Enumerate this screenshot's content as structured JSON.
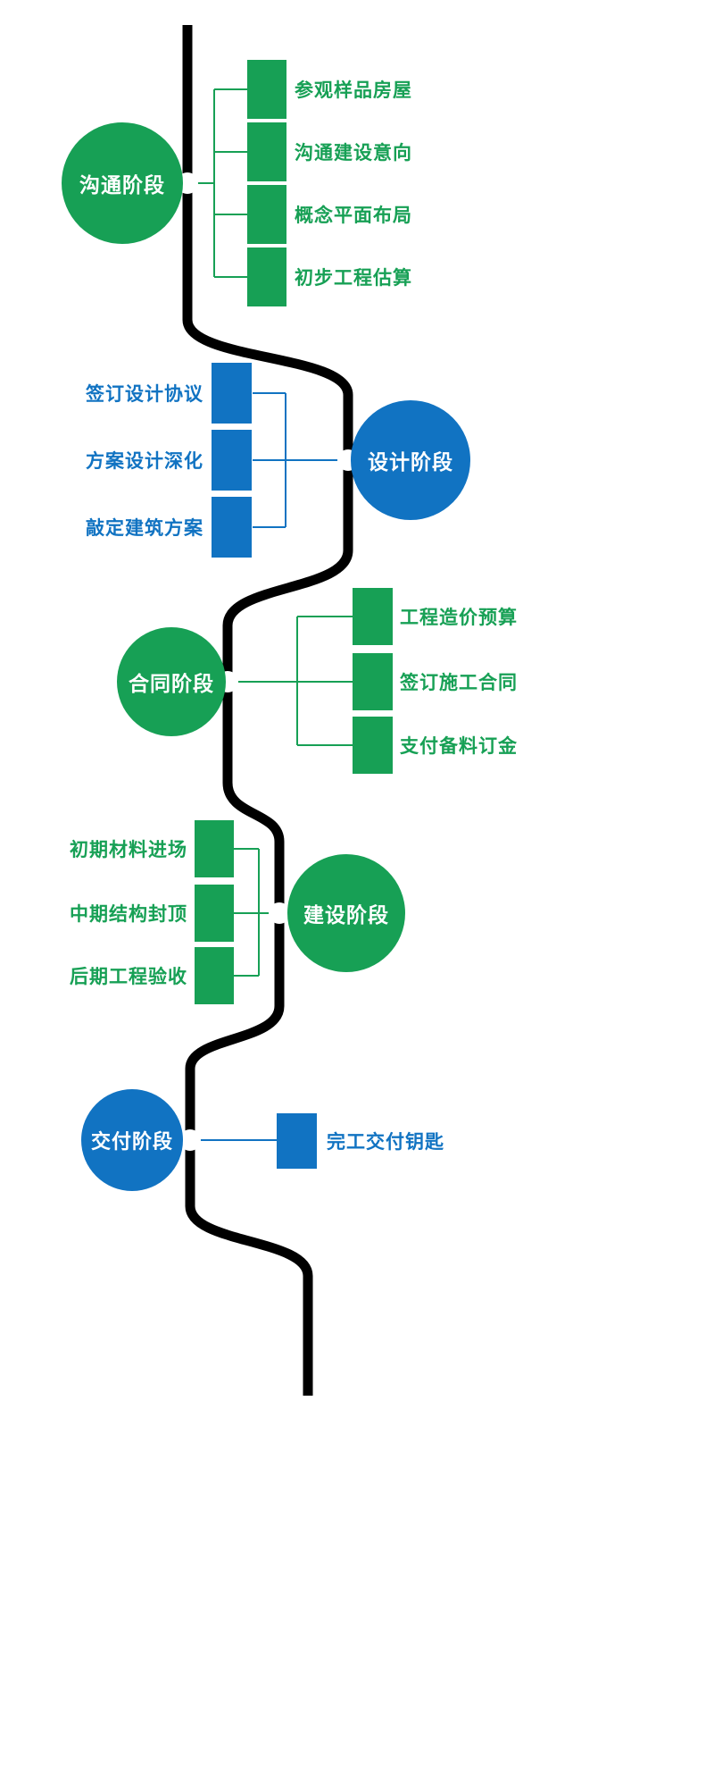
{
  "colors": {
    "green": "#17a055",
    "blue": "#1173c2",
    "road": "#000000",
    "dot": "#ffffff"
  },
  "phases": [
    {
      "id": "communication",
      "label": "沟通阶段",
      "color": "green",
      "items": [
        "参观样品房屋",
        "沟通建设意向",
        "概念平面布局",
        "初步工程估算"
      ]
    },
    {
      "id": "design",
      "label": "设计阶段",
      "color": "blue",
      "items": [
        "签订设计协议",
        "方案设计深化",
        "敲定建筑方案"
      ]
    },
    {
      "id": "contract",
      "label": "合同阶段",
      "color": "green",
      "items": [
        "工程造价预算",
        "签订施工合同",
        "支付备料订金"
      ]
    },
    {
      "id": "construction",
      "label": "建设阶段",
      "color": "green",
      "items": [
        "初期材料进场",
        "中期结构封顶",
        "后期工程验收"
      ]
    },
    {
      "id": "delivery",
      "label": "交付阶段",
      "color": "blue",
      "items": [
        "完工交付钥匙"
      ]
    }
  ]
}
